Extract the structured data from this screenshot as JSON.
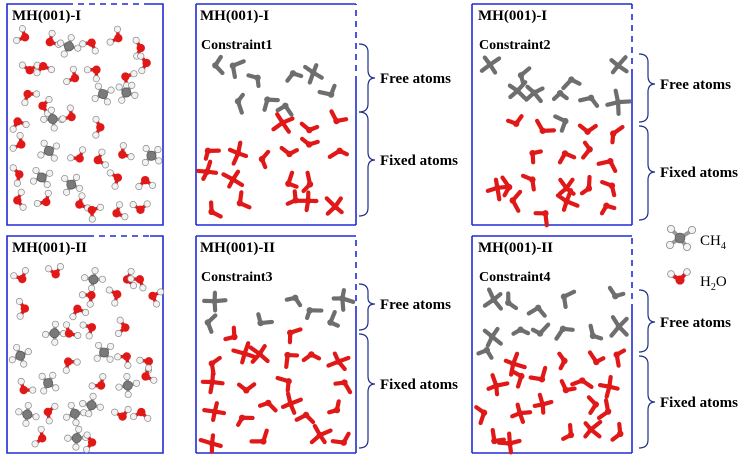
{
  "panels": {
    "p1": {
      "title": "MH(001)-I",
      "constraint": ""
    },
    "p2": {
      "title": "MH(001)-I",
      "constraint": "Constraint1"
    },
    "p3": {
      "title": "MH(001)-I",
      "constraint": "Constraint2"
    },
    "p4": {
      "title": "MH(001)-II",
      "constraint": ""
    },
    "p5": {
      "title": "MH(001)-II",
      "constraint": "Constraint3"
    },
    "p6": {
      "title": "MH(001)-II",
      "constraint": "Constraint4"
    }
  },
  "braces": {
    "free": "Free atoms",
    "fixed": "Fixed atoms"
  },
  "legend": {
    "ch4_base": "CH",
    "ch4_sub": "4",
    "h2o_h": "H",
    "h2o_sub": "2",
    "h2o_o": "O"
  },
  "colors": {
    "box": "#1f2bd6",
    "fixed_atom": "#e01818",
    "free_atom": "#6e6e6e",
    "carbon": "#7a7a7a",
    "hydrogen": "#f2f2f2",
    "oxygen": "#e01818"
  }
}
